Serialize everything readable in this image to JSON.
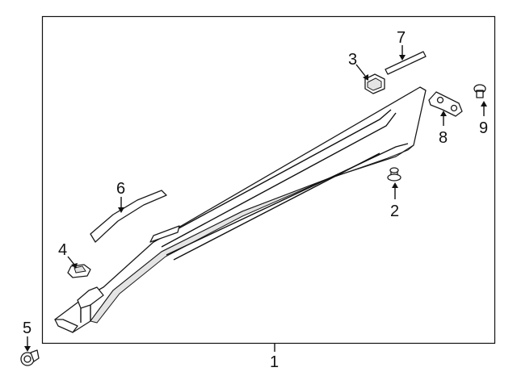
{
  "diagram": {
    "callouts": {
      "c1": "1",
      "c2": "2",
      "c3": "3",
      "c4": "4",
      "c5": "5",
      "c6": "6",
      "c7": "7",
      "c8": "8",
      "c9": "9"
    },
    "parts": {
      "p1": "rocker-molding",
      "p2": "push-pin-clip",
      "p3": "retainer-clip",
      "p4": "molding-clip",
      "p5": "grommet",
      "p6": "upper-trim-strip",
      "p7": "adhesive-tape",
      "p8": "mounting-bracket",
      "p9": "push-pin-clip-small"
    }
  }
}
